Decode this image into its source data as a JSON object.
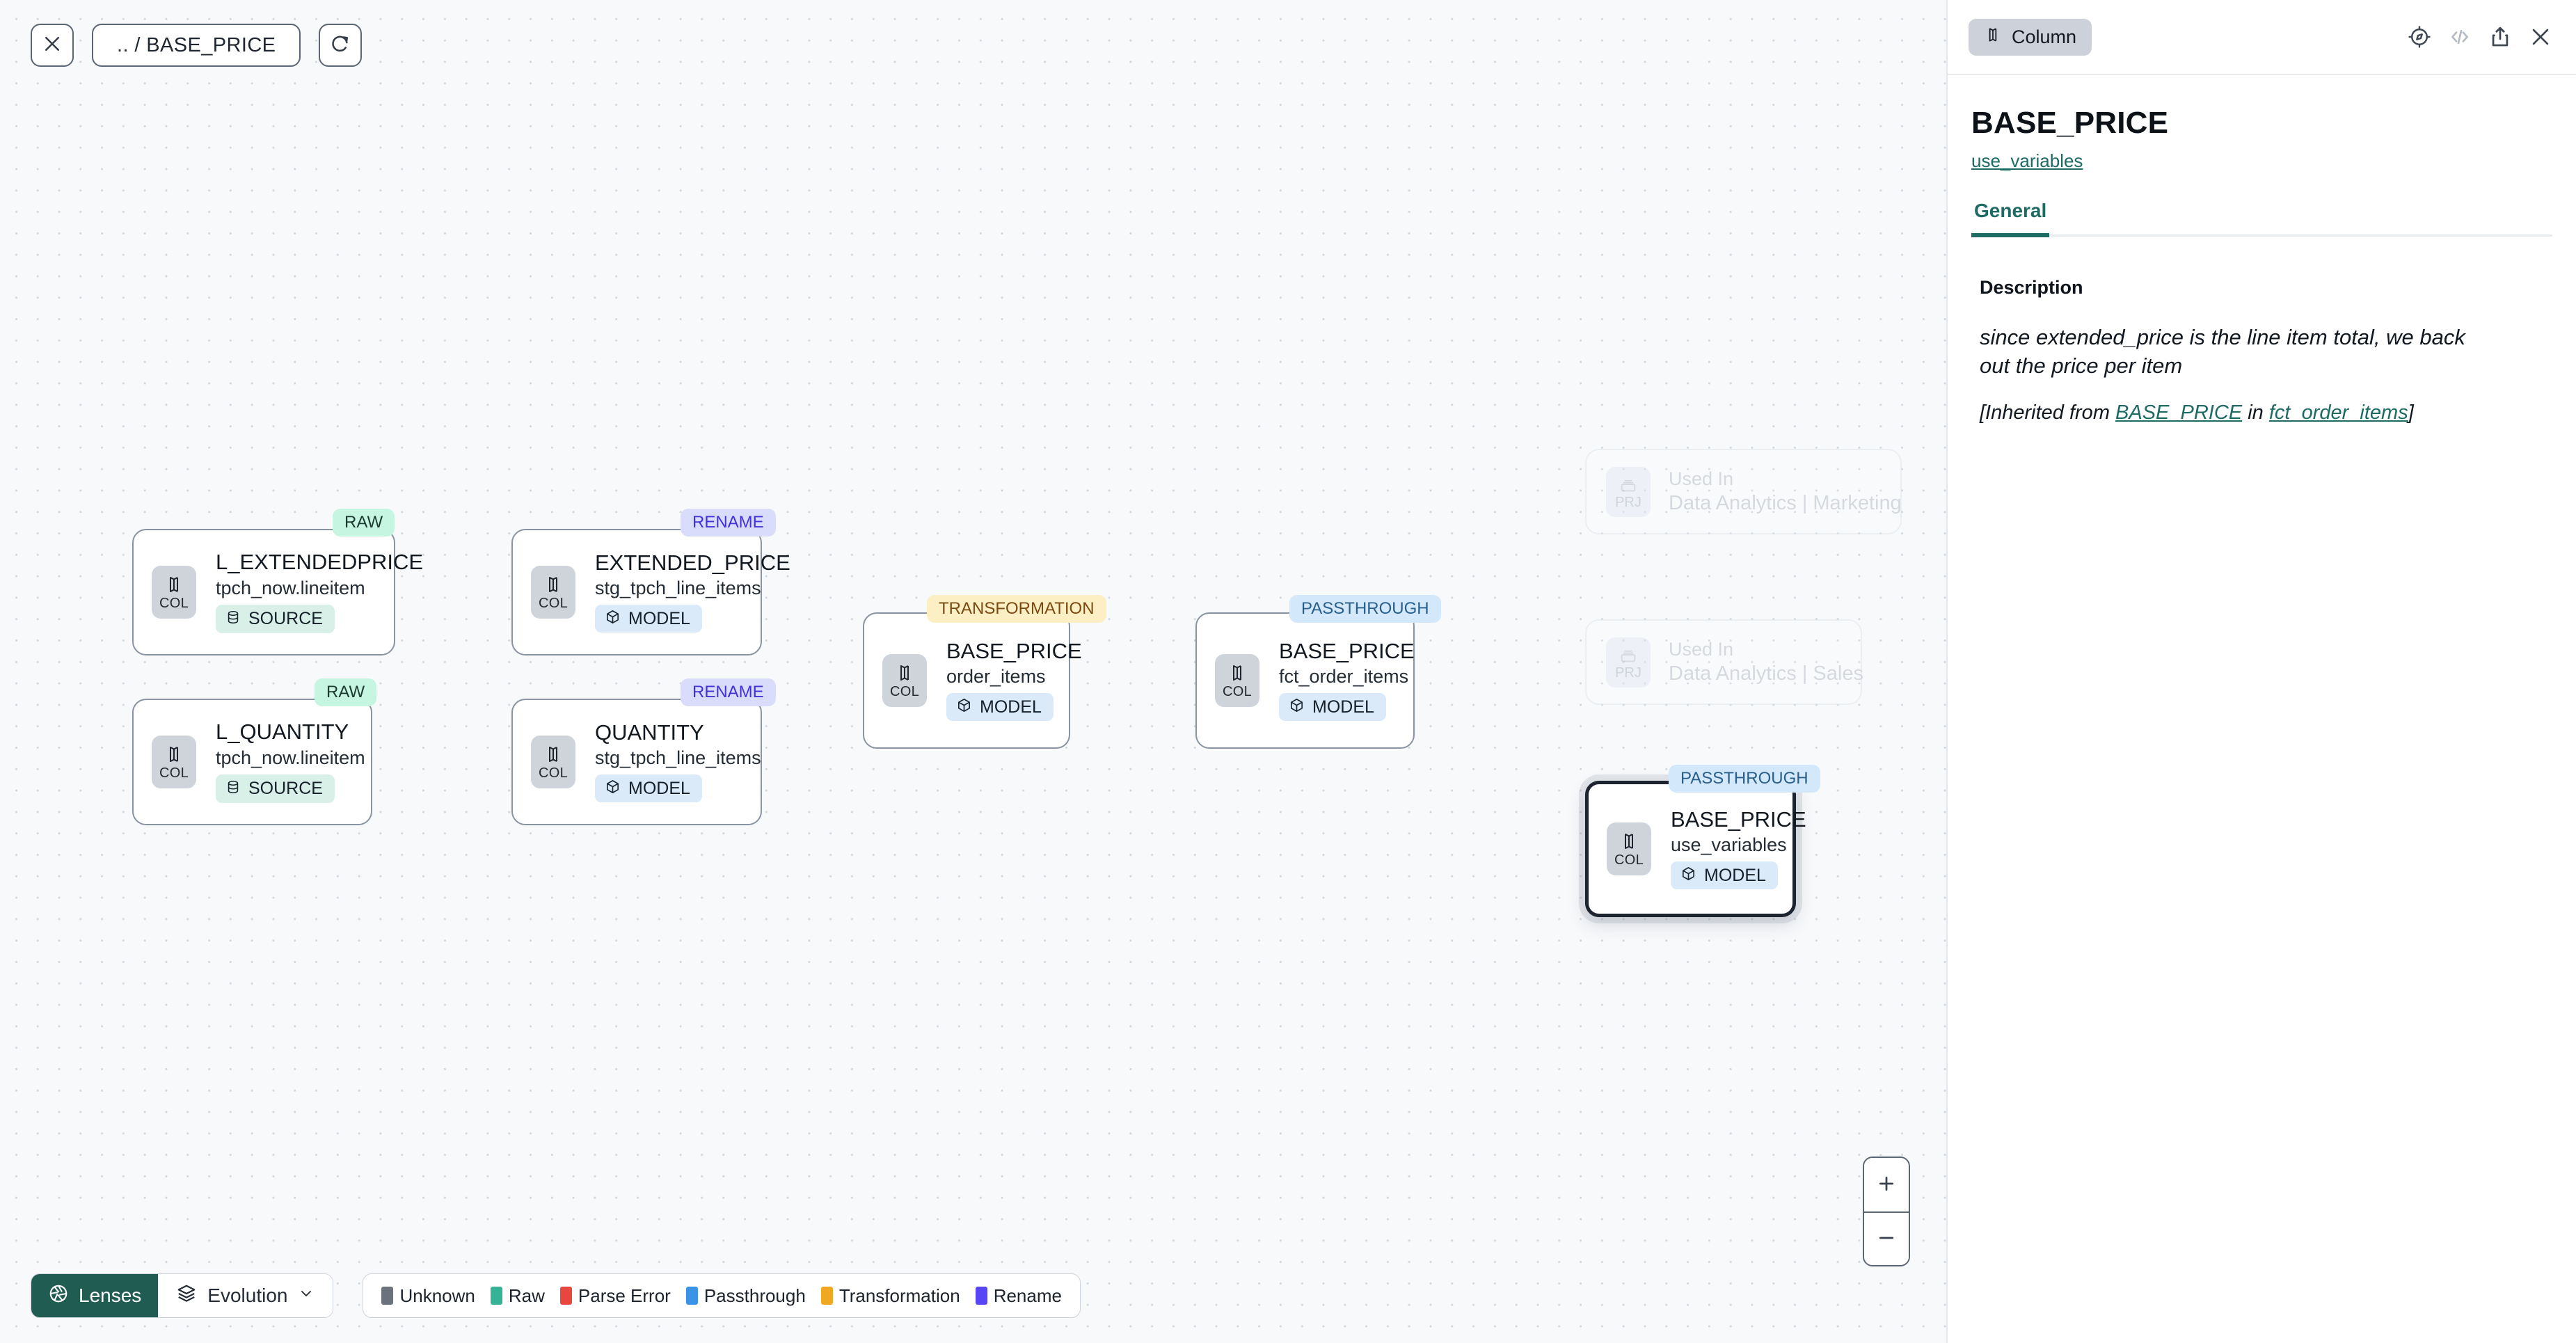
{
  "canvas": {
    "topbar": {
      "close_icon": "close-icon",
      "path_label": ".. / BASE_PRICE",
      "refresh_icon": "refresh-icon"
    },
    "nodes": [
      {
        "id": "l_extendedprice",
        "badge": "RAW",
        "badge_kind": "raw",
        "icon_label": "COL",
        "title": "L_EXTENDEDPRICE",
        "subtitle": "tpch_now.lineitem",
        "tag": "SOURCE",
        "tag_kind": "source",
        "tag_icon": "database-icon"
      },
      {
        "id": "l_quantity",
        "badge": "RAW",
        "badge_kind": "raw",
        "icon_label": "COL",
        "title": "L_QUANTITY",
        "subtitle": "tpch_now.lineitem",
        "tag": "SOURCE",
        "tag_kind": "source",
        "tag_icon": "database-icon"
      },
      {
        "id": "extended_price",
        "badge": "RENAME",
        "badge_kind": "rename",
        "icon_label": "COL",
        "title": "EXTENDED_PRICE",
        "subtitle": "stg_tpch_line_items",
        "tag": "MODEL",
        "tag_kind": "model",
        "tag_icon": "cube-icon"
      },
      {
        "id": "quantity",
        "badge": "RENAME",
        "badge_kind": "rename",
        "icon_label": "COL",
        "title": "QUANTITY",
        "subtitle": "stg_tpch_line_items",
        "tag": "MODEL",
        "tag_kind": "model",
        "tag_icon": "cube-icon"
      },
      {
        "id": "base_price_order_items",
        "badge": "TRANSFORMATION",
        "badge_kind": "transformation",
        "icon_label": "COL",
        "title": "BASE_PRICE",
        "subtitle": "order_items",
        "tag": "MODEL",
        "tag_kind": "model",
        "tag_icon": "cube-icon"
      },
      {
        "id": "base_price_fct_order_items",
        "badge": "PASSTHROUGH",
        "badge_kind": "passthrough",
        "icon_label": "COL",
        "title": "BASE_PRICE",
        "subtitle": "fct_order_items",
        "tag": "MODEL",
        "tag_kind": "model",
        "tag_icon": "cube-icon"
      },
      {
        "id": "base_price_use_variables",
        "badge": "PASSTHROUGH",
        "badge_kind": "passthrough",
        "icon_label": "COL",
        "title": "BASE_PRICE",
        "subtitle": "use_variables",
        "tag": "MODEL",
        "tag_kind": "model",
        "tag_icon": "cube-icon",
        "selected": true
      }
    ],
    "used_in_cards": [
      {
        "icon_label": "PRJ",
        "line1": "Used In",
        "line2": "Data Analytics | Marketing"
      },
      {
        "icon_label": "PRJ",
        "line1": "Used In",
        "line2": "Data Analytics | Sales"
      }
    ],
    "bottom_bar": {
      "lenses_label": "Lenses",
      "lenses_icon": "aperture-icon",
      "evolution_label": "Evolution",
      "evolution_icon": "layers-icon",
      "chevron_icon": "chevron-down-icon",
      "legend": [
        {
          "label": "Unknown",
          "color": "#6c727c"
        },
        {
          "label": "Raw",
          "color": "#35b396"
        },
        {
          "label": "Parse Error",
          "color": "#e8473f"
        },
        {
          "label": "Passthrough",
          "color": "#3b93e8"
        },
        {
          "label": "Transformation",
          "color": "#efa820"
        },
        {
          "label": "Rename",
          "color": "#5845f5"
        }
      ]
    },
    "zoom": {
      "zoom_in_icon": "plus-icon",
      "zoom_out_icon": "minus-icon"
    }
  },
  "side_panel": {
    "type_pill": "Column",
    "type_pill_icon": "column-icon",
    "header_icons": [
      {
        "name": "compass-icon"
      },
      {
        "name": "code-brackets-icon"
      },
      {
        "name": "share-icon"
      },
      {
        "name": "close-icon"
      }
    ],
    "title": "BASE_PRICE",
    "source_link": "use_variables",
    "tabs": [
      {
        "label": "General",
        "active": true
      }
    ],
    "description_label": "Description",
    "description_text": "since extended_price is the line item total, we back out the price per item",
    "inherited": {
      "prefix": "[Inherited from ",
      "column_link": "BASE_PRICE",
      "middle": " in ",
      "model_link": "fct_order_items",
      "suffix": "]"
    }
  }
}
